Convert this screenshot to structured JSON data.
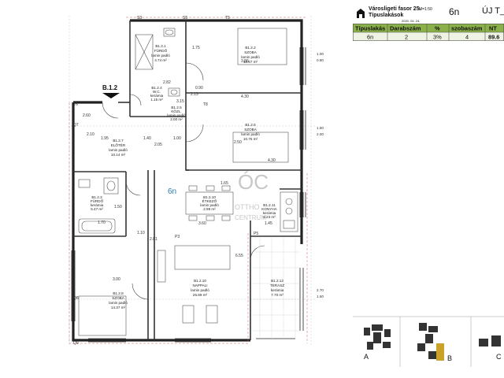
{
  "header": {
    "address": "Városligeti fasor 25.",
    "subtitle": "Típuslakások",
    "scale": "M=1:50",
    "date": "2020. 04. 24.",
    "unit_code": "6n",
    "project": "ÚJ T_"
  },
  "summary_table": {
    "headers": [
      "Típuslakás",
      "Darabszám",
      "%",
      "szobaszám",
      "NT"
    ],
    "values": [
      "6n",
      "2",
      "3%",
      "4",
      "89.6"
    ],
    "header_color": "#8ab04a",
    "row_color": "#eef3e3"
  },
  "plan": {
    "unit_label": "6n",
    "stair_label": "B.1.2",
    "watermark": {
      "top": "ÓC",
      "bottom1": "OTTHO",
      "bottom2": "CENTRUM"
    },
    "rooms": [
      {
        "id": "B1.2.1",
        "name": "FÜRDŐ",
        "note": "lamin padló",
        "area": "4.74 m²"
      },
      {
        "id": "B1.2.2",
        "name": "SZOBA",
        "note": "lamin padló",
        "area": "12.57 m²"
      },
      {
        "id": "B1.2.4",
        "name": "W.C.",
        "note": "kerámia",
        "area": "1.15 m²"
      },
      {
        "id": "B1.2.5",
        "name": "KÖZL.",
        "note": "lamin padló",
        "area": "2.00 m²"
      },
      {
        "id": "B1.2.6",
        "name": "SZOBA",
        "note": "lamin padló",
        "area": "10.75 m²"
      },
      {
        "id": "B1.2.7",
        "name": "ELŐTÉR",
        "note": "lamin padló",
        "area": "10.14 m²"
      },
      {
        "id": "B1.2.3",
        "name": "FÜRDŐ",
        "note": "kerámia",
        "area": "5.47 m²"
      },
      {
        "id": "B1.2.10",
        "name": "ÉTKEZŐ",
        "note": "lamin padló",
        "area": "2.99 m²"
      },
      {
        "id": "B1.2.11",
        "name": "KONYHA",
        "note": "kerámia",
        "area": "6.23 m²"
      },
      {
        "id": "B1.2.8",
        "name": "SZOBA",
        "note": "lamin padló",
        "area": "14.37 m²"
      },
      {
        "id": "B1.2.10",
        "name": "NAPPALI",
        "note": "lamin padló",
        "area": "25.89 m²"
      },
      {
        "id": "B1.2.12",
        "name": "TERASZ",
        "note": "kerámia",
        "area": "7.70 m²"
      }
    ],
    "dimensions": [
      "3.86",
      "4.30",
      "2.50",
      "2.82",
      "1.95",
      "1.40",
      "1.00",
      "3.60",
      "3.00",
      "1.70",
      "1.10",
      "1.45",
      "6.55",
      "2.13",
      "1.75",
      "0.90",
      "3.15",
      "2.05",
      "2.10",
      "2.60",
      "1.65",
      "1.50",
      "2.81",
      "4.30"
    ],
    "window_marks": [
      "1.00",
      "0.80",
      "1.50",
      "2.00",
      "2.70",
      "1.60"
    ],
    "axis_labels": [
      "S3",
      "S5",
      "T5",
      "T6",
      "T8",
      "Q7",
      "Q8",
      "Q9",
      "P3",
      "P5"
    ]
  },
  "site_plan": {
    "label_a": "A",
    "label_b": "B",
    "label_c": "C",
    "highlight_color": "#c9a227"
  }
}
